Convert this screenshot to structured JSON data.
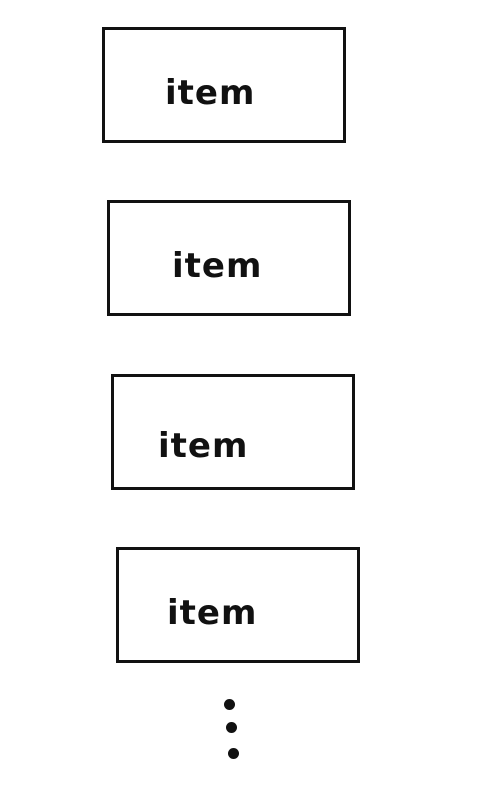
{
  "diagram": {
    "items": [
      {
        "label": "item"
      },
      {
        "label": "item"
      },
      {
        "label": "item"
      },
      {
        "label": "item"
      }
    ],
    "more_indicator": "vertical-ellipsis",
    "colors": {
      "stroke": "#111111",
      "background": "#ffffff"
    }
  }
}
